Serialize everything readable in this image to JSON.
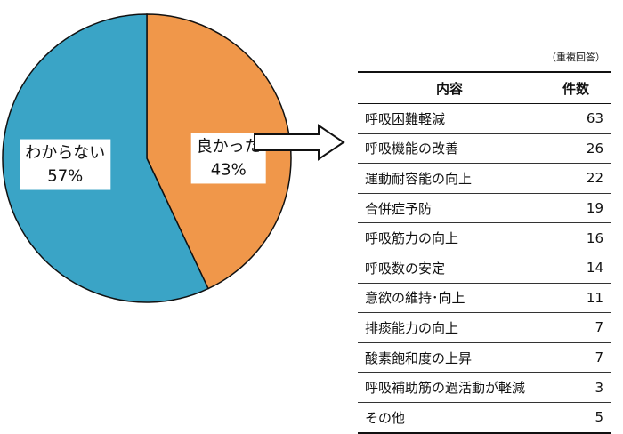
{
  "chart_data": [
    {
      "type": "pie",
      "slices": [
        {
          "label": "良かった",
          "value": 43,
          "value_label": "43%",
          "color": "#f0974a"
        },
        {
          "label": "わからない",
          "value": 57,
          "value_label": "57%",
          "color": "#3aa4c6"
        }
      ]
    },
    {
      "type": "table",
      "note": "（重複回答）",
      "headers": {
        "content": "内容",
        "count": "件数"
      },
      "rows": [
        {
          "content": "呼吸困難軽減",
          "count": "63"
        },
        {
          "content": "呼吸機能の改善",
          "count": "26"
        },
        {
          "content": "運動耐容能の向上",
          "count": "22"
        },
        {
          "content": "合併症予防",
          "count": "19"
        },
        {
          "content": "呼吸筋力の向上",
          "count": "16"
        },
        {
          "content": "呼吸数の安定",
          "count": "14"
        },
        {
          "content": "意欲の維持･向上",
          "count": "11"
        },
        {
          "content": "排痰能力の向上",
          "count": "7"
        },
        {
          "content": "酸素飽和度の上昇",
          "count": "7"
        },
        {
          "content": "呼吸補助筋の過活動が軽減",
          "count": "3"
        },
        {
          "content": "その他",
          "count": "5"
        }
      ]
    }
  ]
}
